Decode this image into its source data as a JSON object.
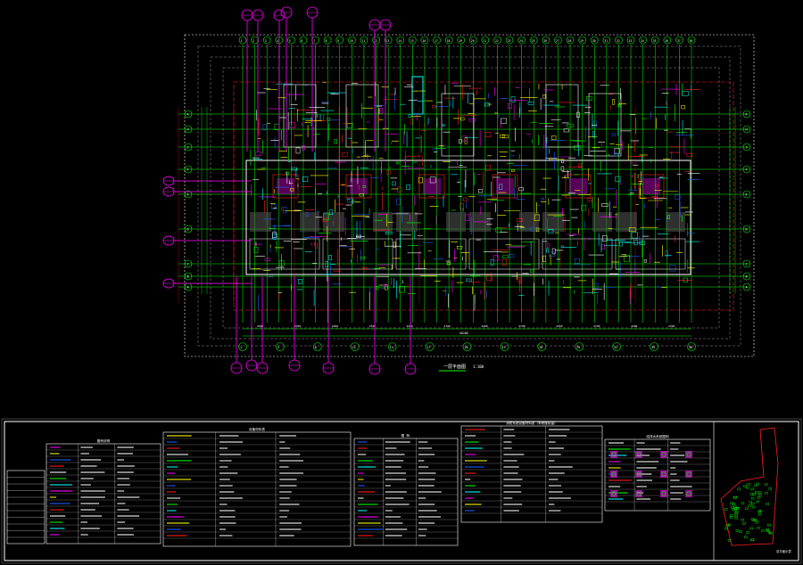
{
  "plan": {
    "grid_top_labels": [
      "1",
      "2",
      "3",
      "4",
      "5",
      "6",
      "7",
      "8",
      "9",
      "10",
      "11",
      "12",
      "13",
      "14",
      "15",
      "16",
      "17",
      "18",
      "19",
      "20",
      "21",
      "22",
      "23",
      "24",
      "25",
      "26",
      "27",
      "28",
      "29",
      "30",
      "31",
      "32",
      "33",
      "34",
      "35",
      "36",
      "37",
      "38"
    ],
    "grid_bottom_labels": [
      "1",
      "3",
      "8",
      "11",
      "14",
      "17",
      "20",
      "23",
      "26",
      "29",
      "32",
      "35",
      "38"
    ],
    "grid_row_labels": [
      "K",
      "H",
      "J",
      "F",
      "E",
      "D",
      "C",
      "B",
      "A"
    ],
    "dims_bottom": [
      "4200",
      "2700",
      "4200",
      "2700",
      "4200",
      "2700",
      "4200",
      "2700",
      "4200",
      "2700",
      "4200",
      "2700"
    ],
    "total_dim": "56200",
    "caption": "一层平面图",
    "caption_scale": "1:100"
  },
  "colors": {
    "background": "#000000",
    "green": "#00ff00",
    "magenta": "#ff00ff",
    "cyan": "#00ffff",
    "yellow": "#ffff00",
    "red": "#ff2020",
    "blue": "#2060ff",
    "white": "#ffffff",
    "grey": "#8a8a8a"
  },
  "legend": {
    "panel1_title": "图例说明",
    "panel2_title": "设备材料表",
    "panel3_title": "图 例",
    "panel4_title": "消防系统设备材料表（本栋楼用量）",
    "panel5_title": "给排水系统图例",
    "keyplan_label": "总平面示意"
  }
}
